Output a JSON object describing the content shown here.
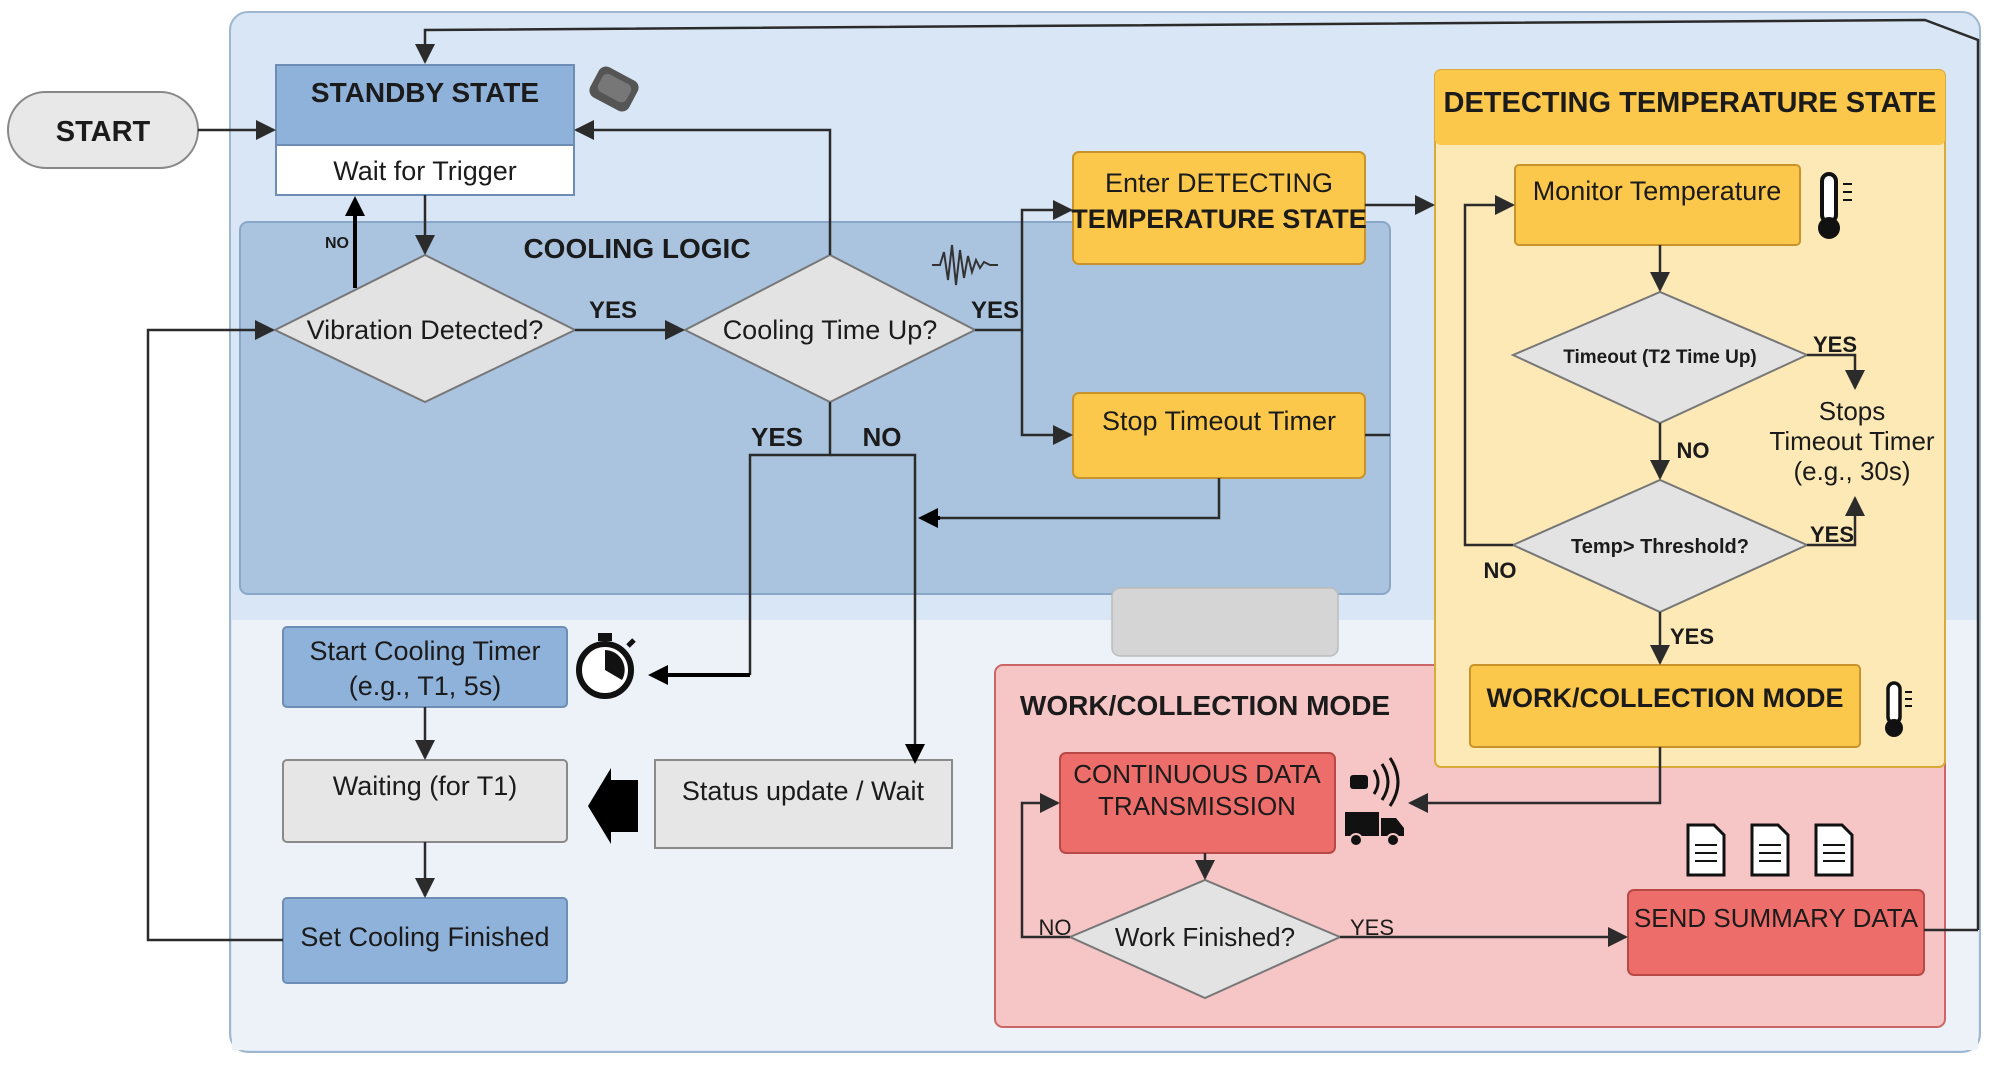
{
  "start": "START",
  "standby": {
    "title": "STANDBY STATE",
    "sub": "Wait for Trigger"
  },
  "cooling_logic": {
    "title": "COOLING LOGIC",
    "vibration": "Vibration Detected?",
    "cooling_time": "Cooling Time Up?",
    "label_no_small": "NO",
    "label_yes_1": "YES",
    "label_yes_2": "YES",
    "label_yes_3": "YES",
    "label_no": "NO"
  },
  "enter_detecting": {
    "line1": "Enter DETECTING",
    "line2": "TEMPERATURE STATE"
  },
  "stop_timer": "Stop Timeout Timer",
  "left_flow": {
    "start_cooling_1": "Start Cooling Timer",
    "start_cooling_2": "(e.g., T1, 5s)",
    "waiting": "Waiting (for T1)",
    "set_finished": "Set Cooling Finished",
    "status_update": "Status update / Wait"
  },
  "detecting": {
    "title": "DETECTING TEMPERATURE STATE",
    "monitor": "Monitor Temperature",
    "timeout": "Timeout (T2 Time Up)",
    "threshold": "Temp> Threshold?",
    "label_yes_timeout": "YES",
    "label_no_timeout": "NO",
    "label_yes_threshold": "YES",
    "label_no_threshold": "NO",
    "label_yes_work": "YES",
    "stops_1": "Stops",
    "stops_2": "Timeout Timer",
    "stops_3": "(e.g., 30s)",
    "work_mode": "WORK/COLLECTION MODE"
  },
  "work": {
    "title": "WORK/COLLECTION MODE",
    "continuous_1": "CONTINUOUS DATA",
    "continuous_2": "TRANSMISSION",
    "finished": "Work Finished?",
    "label_no": "NO",
    "label_yes": "YES",
    "send": "SEND SUMMARY DATA"
  },
  "colors": {
    "blue_panel": "#d9e6f5",
    "cooling_panel": "#aac4e0",
    "blue_box": "#8fb2da",
    "yellow_panel": "#fde9b5",
    "yellow_box": "#fcc84b",
    "red_panel": "#f6c5c5",
    "red_box": "#ec6d69",
    "grey_box": "#e6e6e6",
    "line": "#2b2b2b"
  },
  "icons": [
    "device-icon",
    "vibration-wave-icon",
    "thermometer-icon",
    "stopwatch-icon",
    "wireless-signal-icon",
    "truck-icon",
    "document-icon"
  ]
}
